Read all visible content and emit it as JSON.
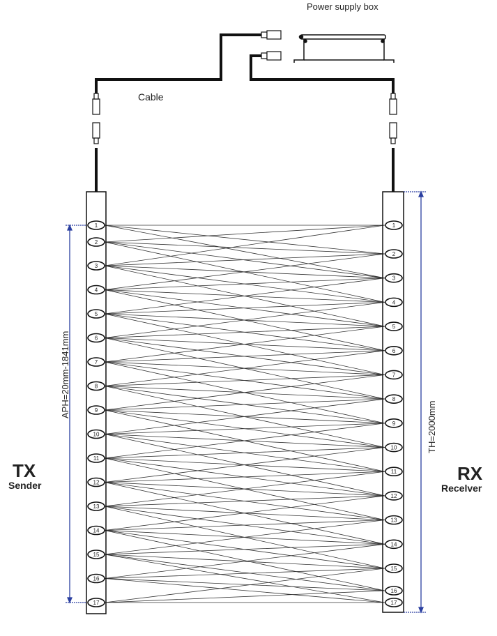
{
  "labels": {
    "power_supply": "Power supply box",
    "cable": "Cable",
    "tx_title": "TX",
    "tx_sub": "Sender",
    "rx_title": "RX",
    "rx_sub": "Recelver",
    "aph": "APH=20mm-1841mm",
    "th": "TH=2000mm"
  },
  "beams": [
    "1",
    "2",
    "3",
    "4",
    "5",
    "6",
    "7",
    "8",
    "9",
    "10",
    "11",
    "12",
    "13",
    "14",
    "15",
    "16",
    "17"
  ],
  "colors": {
    "line": "#111111",
    "dimension": "#2a3fa0"
  }
}
